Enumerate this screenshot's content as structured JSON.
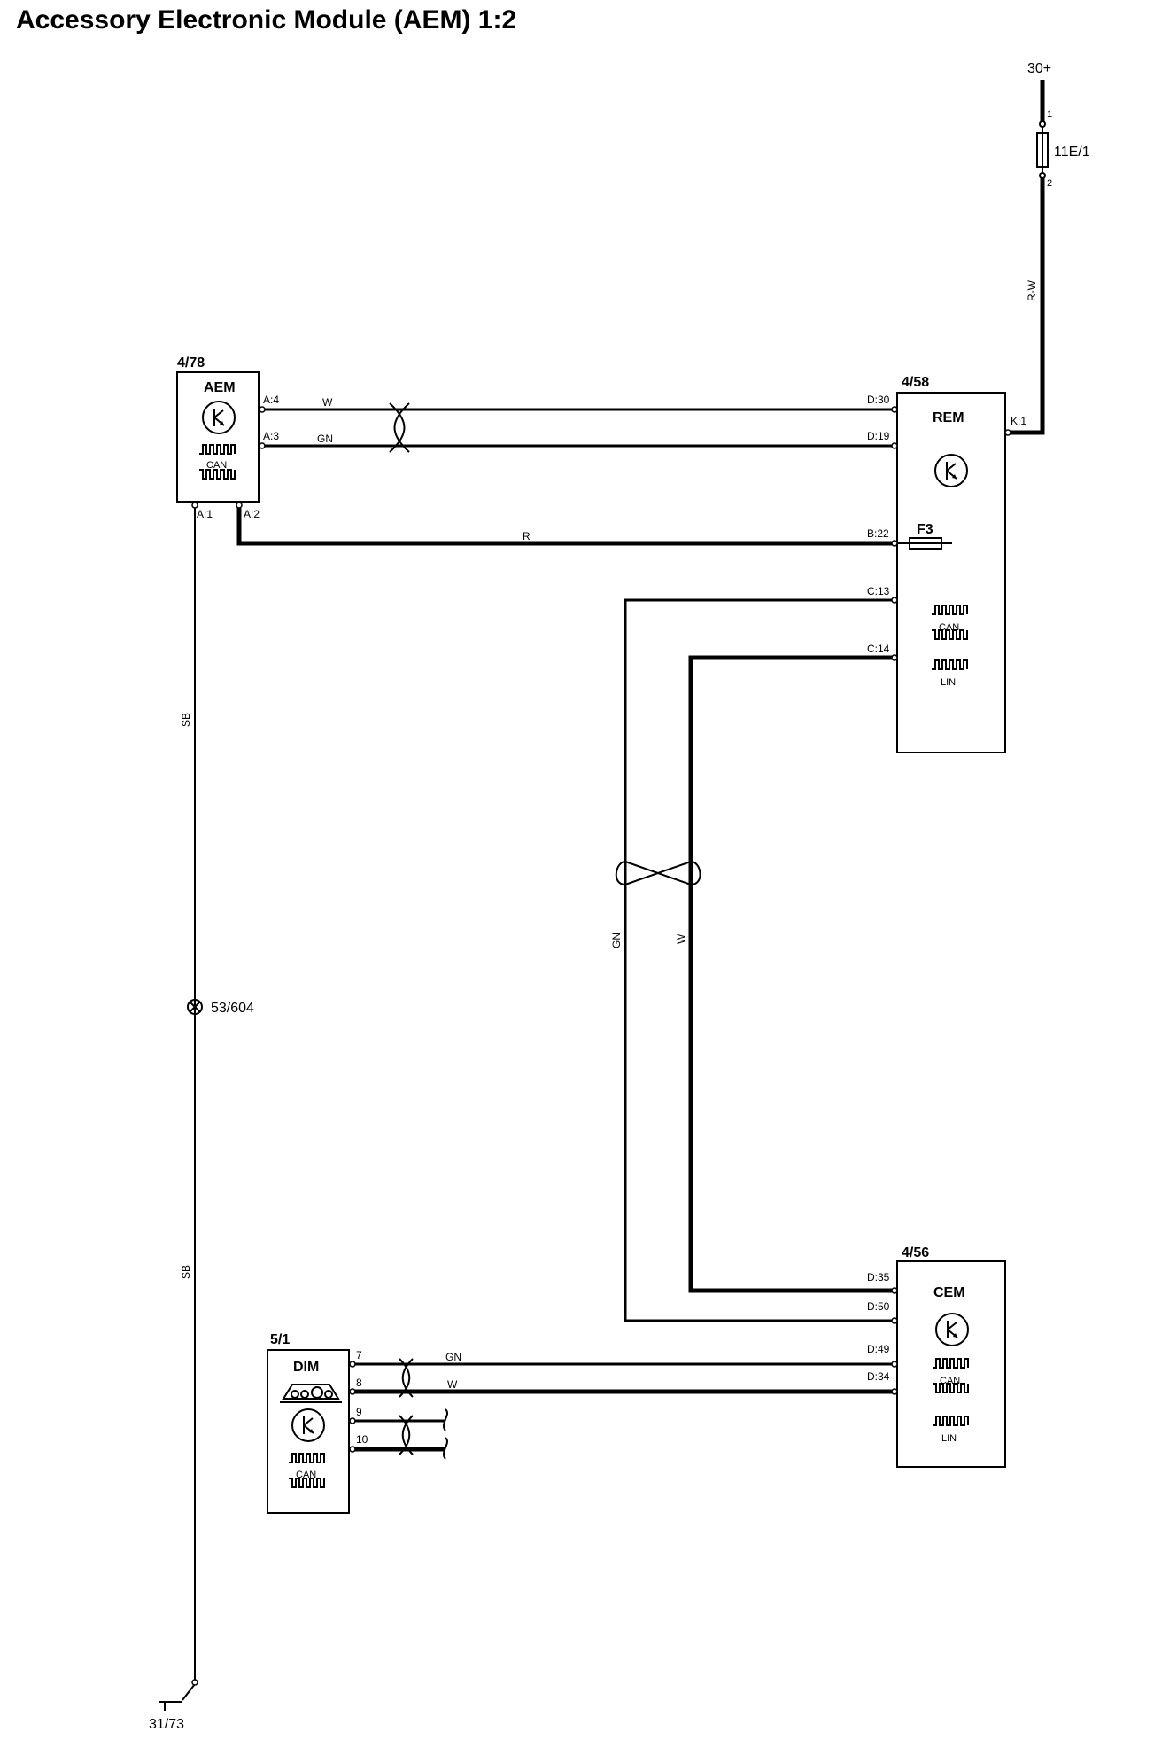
{
  "title": "Accessory Electronic Module (AEM) 1:2",
  "supply": {
    "label": "30+",
    "fuse": "11E/1",
    "pin_top": "1",
    "pin_bottom": "2",
    "wire_color": "R-W"
  },
  "ground": {
    "label": "31/73"
  },
  "splice": {
    "label": "53/604"
  },
  "modules": {
    "aem": {
      "ref": "4/78",
      "name": "AEM",
      "bus": "CAN",
      "pins": {
        "a4": "A:4",
        "a3": "A:3",
        "a1": "A:1",
        "a2": "A:2"
      }
    },
    "rem": {
      "ref": "4/58",
      "name": "REM",
      "bus": "CAN",
      "bus2": "LIN",
      "fuse": "F3",
      "pins": {
        "d30": "D:30",
        "d19": "D:19",
        "b22": "B:22",
        "c13": "C:13",
        "c14": "C:14",
        "k1": "K:1"
      }
    },
    "cem": {
      "ref": "4/56",
      "name": "CEM",
      "bus": "CAN",
      "bus2": "LIN",
      "pins": {
        "d35": "D:35",
        "d50": "D:50",
        "d49": "D:49",
        "d34": "D:34"
      }
    },
    "dim": {
      "ref": "5/1",
      "name": "DIM",
      "bus": "CAN",
      "pins": {
        "p7": "7",
        "p8": "8",
        "p9": "9",
        "p10": "10"
      }
    }
  },
  "wires": {
    "aem_rem_w": "W",
    "aem_rem_gn": "GN",
    "aem_rem_r": "R",
    "ground_sb1": "SB",
    "ground_sb2": "SB",
    "rem_cem_gn": "GN",
    "rem_cem_w": "W",
    "dim_cem_gn": "GN",
    "dim_cem_w": "W"
  }
}
